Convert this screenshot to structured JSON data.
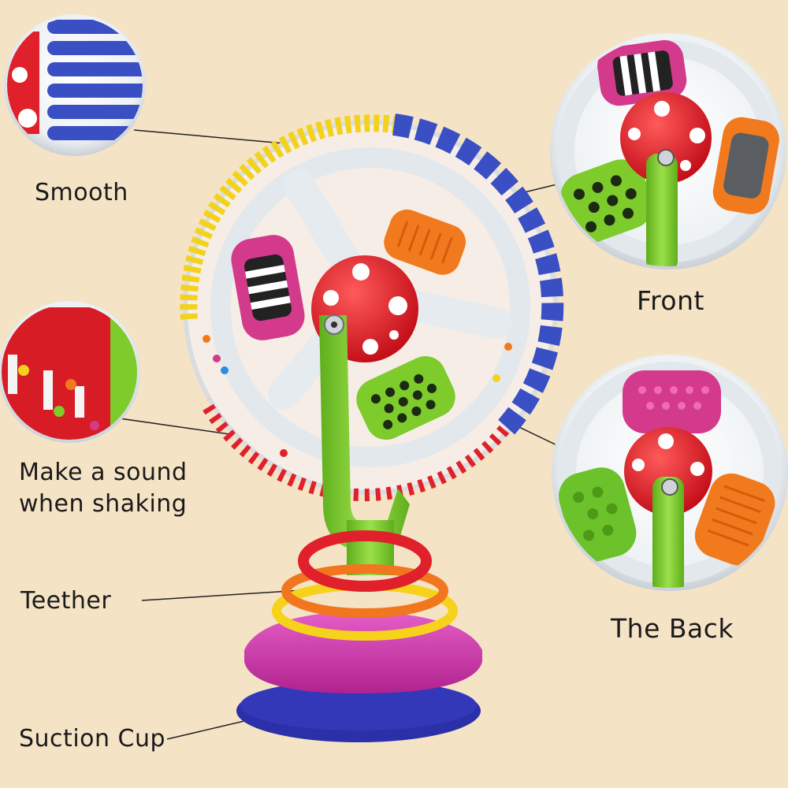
{
  "labels": {
    "smooth": "Smooth",
    "sound_line1": "Make a sound",
    "sound_line2": "when shaking",
    "teether": "Teether",
    "suction_cup": "Suction Cup",
    "front": "Front",
    "back": "The Back"
  },
  "colors": {
    "background": "#f5e3c6",
    "rim_blue": "#3a4fc4",
    "rim_yellow": "#f2d21c",
    "rim_red": "#e0202a",
    "stand_green": "#7ecb2c",
    "base_magenta": "#d43ab0",
    "suction_blue": "#2b2fa8",
    "ring_red": "#e0202a",
    "ring_orange": "#f2761e",
    "ring_yellow": "#f7d21a",
    "paddle_orange": "#f27a1e",
    "paddle_pink": "#d43a8c"
  }
}
